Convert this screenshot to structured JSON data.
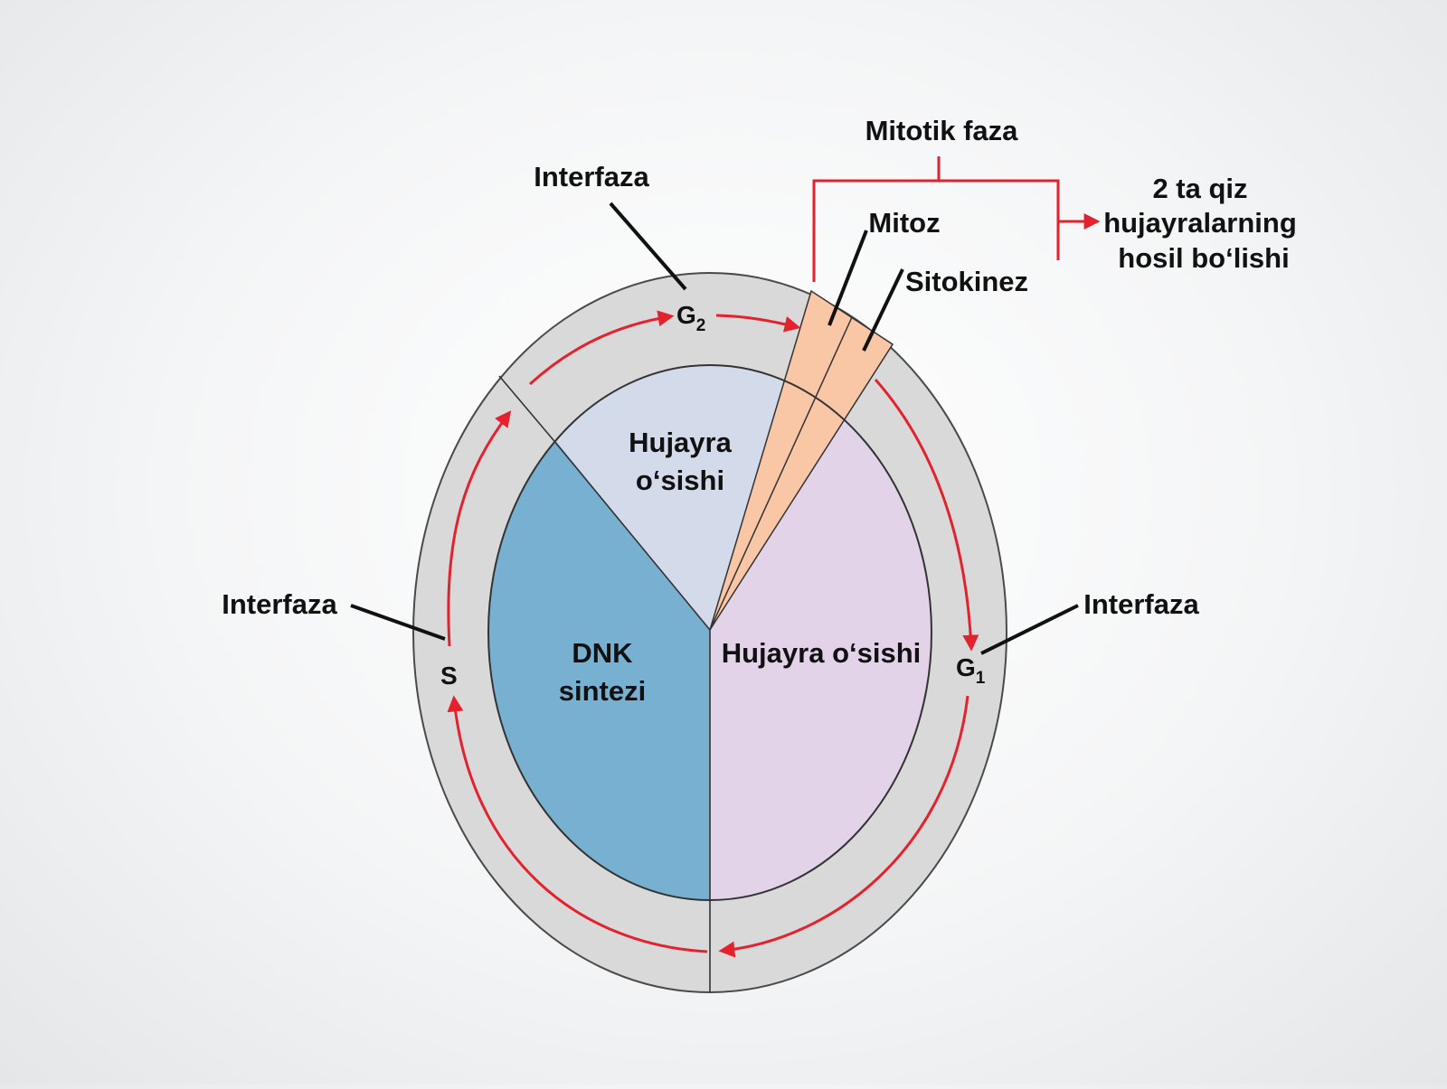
{
  "colors": {
    "background": "#eef0f1",
    "outer_ring": "#d9d9da",
    "growth_g2": "#d3dbea",
    "dna_synthesis": "#78b0d2",
    "growth_g1": "#e2d3e9",
    "mitotic_wedge": "#f9c6a6",
    "arrows": "#e3222d",
    "leader_lines": "#111111"
  },
  "labels": {
    "interfaza_top": "Interfaza",
    "interfaza_left": "Interfaza",
    "interfaza_right": "Interfaza",
    "mitotik_faza": "Mitotik faza",
    "mitoz": "Mitoz",
    "sitokinez": "Sitokinez",
    "result_line1": "2 ta qiz",
    "result_line2": "hujayralarning",
    "result_line3": "hosil bo‘lishi"
  },
  "sectors": {
    "g2_line1": "Hujayra",
    "g2_line2": "o‘sishi",
    "dnk_line1": "DNK",
    "dnk_line2": "sintezi",
    "g1": "Hujayra o‘sishi"
  },
  "phases": {
    "g2": "G",
    "g2_sub": "2",
    "s": "S",
    "g1": "G",
    "g1_sub": "1"
  }
}
